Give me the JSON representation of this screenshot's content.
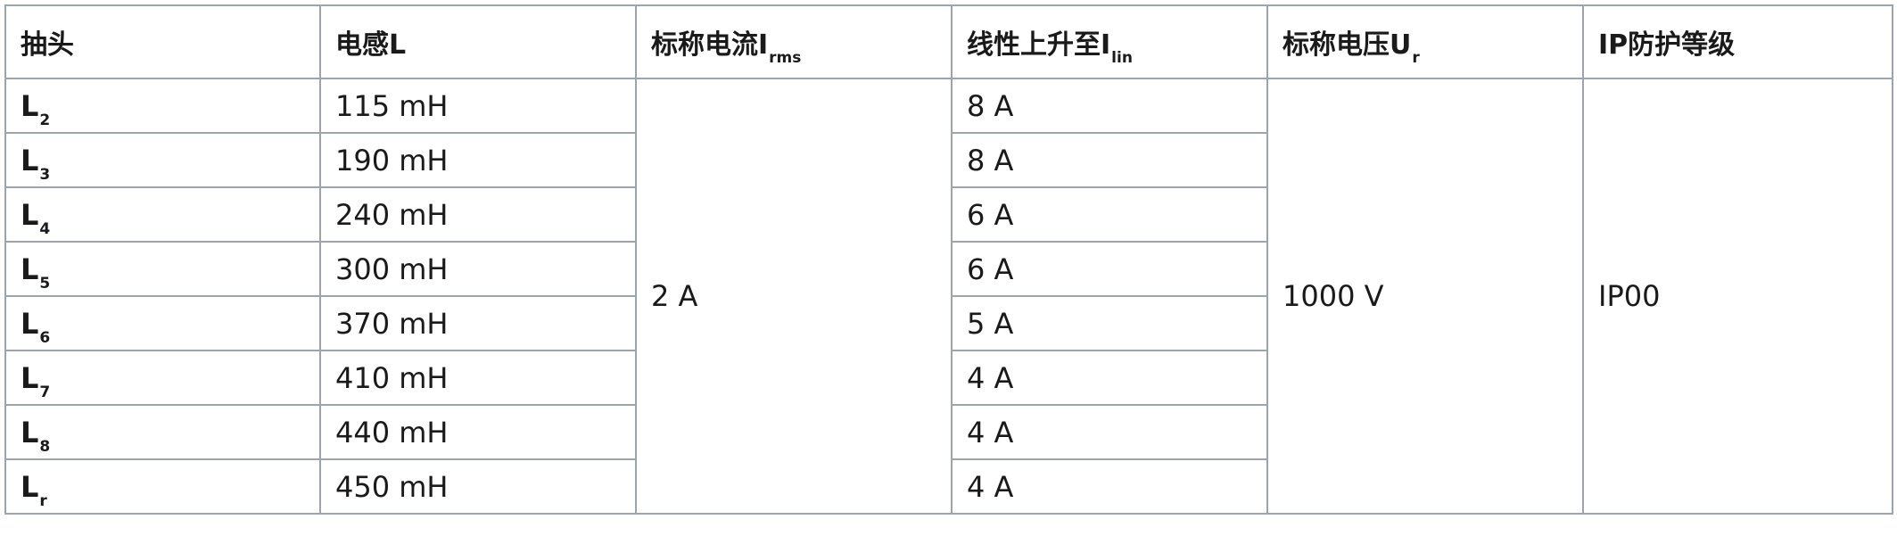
{
  "table": {
    "headers": [
      {
        "main": "抽头",
        "sub": ""
      },
      {
        "main": "电感L",
        "sub": ""
      },
      {
        "main": "标称电流I",
        "sub": "rms"
      },
      {
        "main": "线性上升至I",
        "sub": "lin"
      },
      {
        "main": "标称电压U",
        "sub": "r"
      },
      {
        "main": "IP防护等级",
        "sub": ""
      }
    ],
    "rows": [
      {
        "tap": "L",
        "tap_sub": "2",
        "inductance": "115 mH",
        "linear": "8 A"
      },
      {
        "tap": "L",
        "tap_sub": "3",
        "inductance": "190 mH",
        "linear": "8 A"
      },
      {
        "tap": "L",
        "tap_sub": "4",
        "inductance": "240 mH",
        "linear": "6 A"
      },
      {
        "tap": "L",
        "tap_sub": "5",
        "inductance": "300 mH",
        "linear": "6 A"
      },
      {
        "tap": "L",
        "tap_sub": "6",
        "inductance": "370 mH",
        "linear": "5 A"
      },
      {
        "tap": "L",
        "tap_sub": "7",
        "inductance": "410 mH",
        "linear": "4 A"
      },
      {
        "tap": "L",
        "tap_sub": "8",
        "inductance": "440 mH",
        "linear": "4 A"
      },
      {
        "tap": "L",
        "tap_sub": "r",
        "inductance": "450 mH",
        "linear": "4 A"
      }
    ],
    "merged": {
      "rated_current": "2 A",
      "rated_voltage": "1000 V",
      "ip_rating": "IP00"
    }
  }
}
